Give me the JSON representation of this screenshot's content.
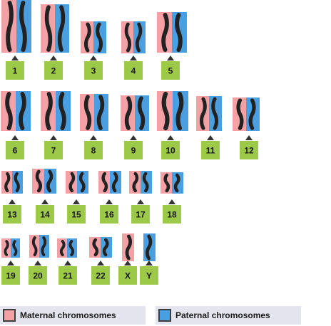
{
  "colors": {
    "maternal": "#f4a0a4",
    "paternal": "#4a9fe0",
    "chromosome": "#222222",
    "label_box": "#9cc947",
    "legend_bg": "#e4e4ee"
  },
  "pairs": [
    {
      "label": "1"
    },
    {
      "label": "2"
    },
    {
      "label": "3"
    },
    {
      "label": "4"
    },
    {
      "label": "5"
    },
    {
      "label": "6"
    },
    {
      "label": "7"
    },
    {
      "label": "8"
    },
    {
      "label": "9"
    },
    {
      "label": "10"
    },
    {
      "label": "11"
    },
    {
      "label": "12"
    },
    {
      "label": "13"
    },
    {
      "label": "14"
    },
    {
      "label": "15"
    },
    {
      "label": "16"
    },
    {
      "label": "17"
    },
    {
      "label": "18"
    },
    {
      "label": "19"
    },
    {
      "label": "20"
    },
    {
      "label": "21"
    },
    {
      "label": "22"
    },
    {
      "label": "X"
    },
    {
      "label": "Y"
    }
  ],
  "legend": {
    "maternal": "Maternal chromosomes",
    "paternal": "Paternal chromosomes"
  }
}
